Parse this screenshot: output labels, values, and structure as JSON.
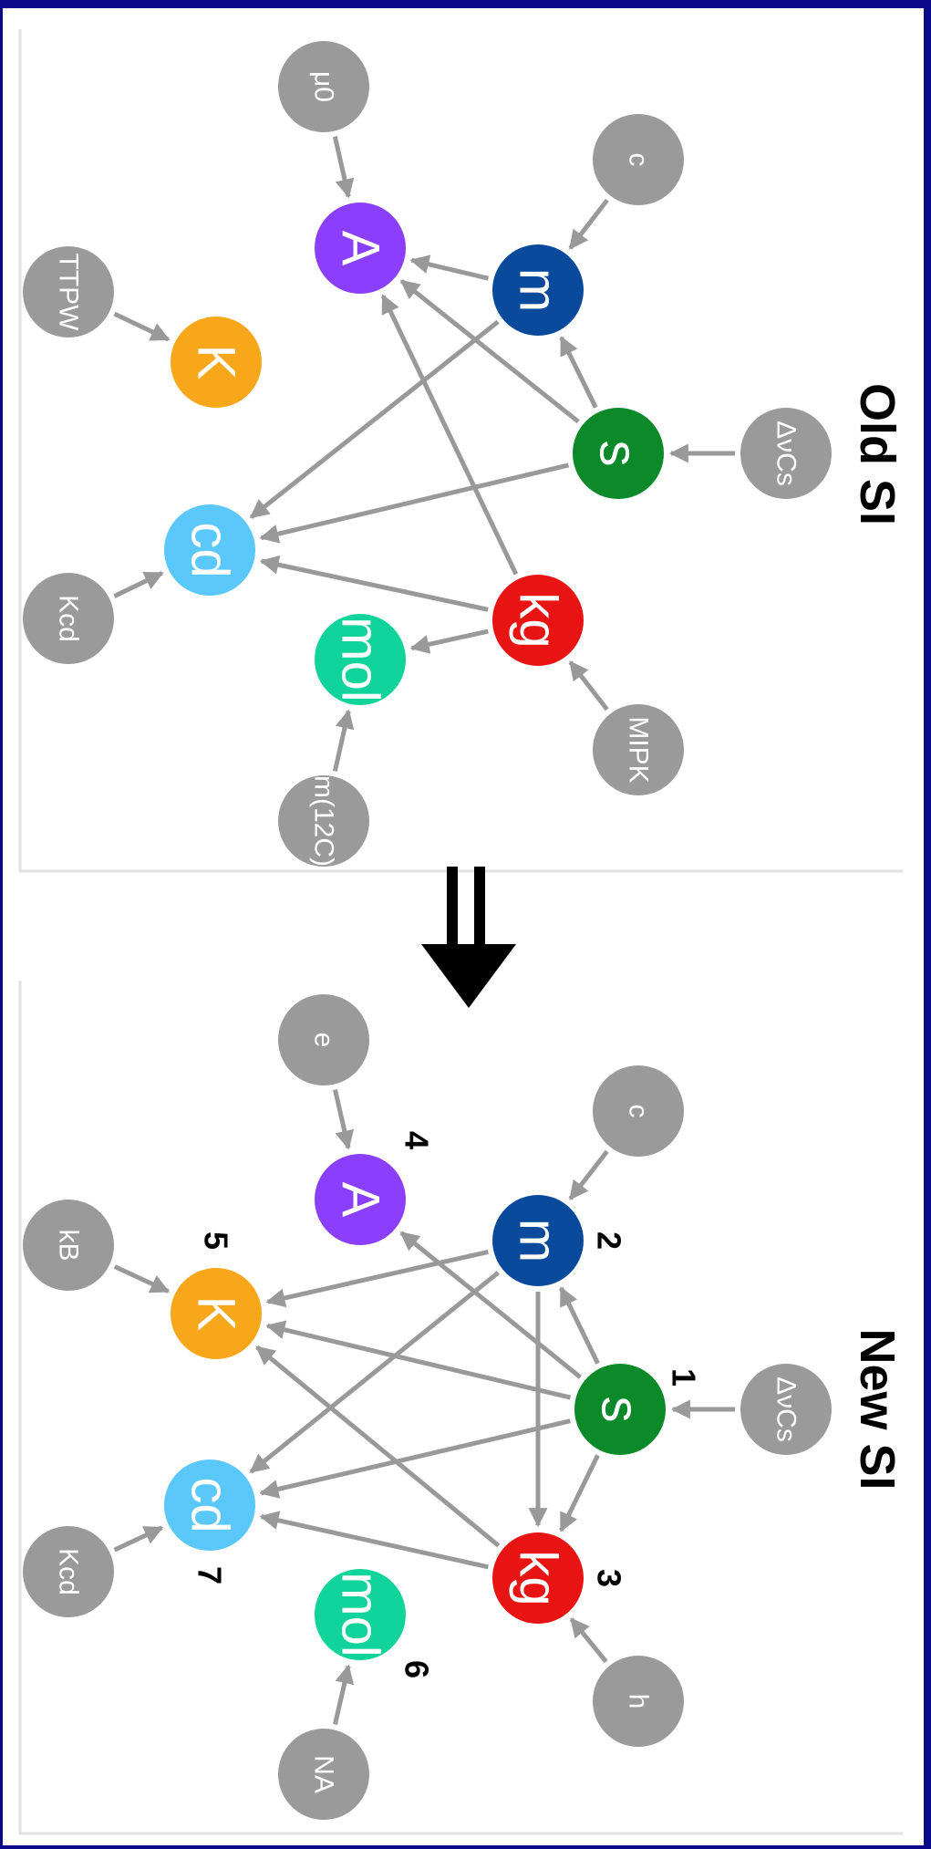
{
  "titles": {
    "old": "Old SI",
    "new": "New SI"
  },
  "colors": {
    "A": "#8a3ffc",
    "m": "#0a4a9c",
    "s": "#0c8a2a",
    "kg": "#e81414",
    "mol": "#10d49a",
    "cd": "#5ac8fa",
    "K": "#f8a61a",
    "constant": "#9a9a9a",
    "arrow": "#999999",
    "border": "#0a0a8a"
  },
  "old_si": {
    "units": {
      "A": "A",
      "m": "m",
      "s": "s",
      "kg": "kg",
      "mol": "mol",
      "cd": "cd",
      "K": "K"
    },
    "constants": {
      "mu0": "μ0",
      "c": "c",
      "ttpw": "TTPW",
      "dvcs": "ΔνCs",
      "kcd": "Kcd",
      "mipk": "MIPK",
      "m12c": "m(12C)"
    }
  },
  "new_si": {
    "units": {
      "A": "A",
      "m": "m",
      "s": "s",
      "kg": "kg",
      "mol": "mol",
      "cd": "cd",
      "K": "K"
    },
    "constants": {
      "e": "e",
      "c": "c",
      "kb": "kB",
      "dvcs": "ΔνCs",
      "kcd": "Kcd",
      "h": "h",
      "na": "NA"
    },
    "order_numbers": {
      "s": "1",
      "m": "2",
      "kg": "3",
      "A": "4",
      "K": "5",
      "mol": "6",
      "cd": "7"
    }
  }
}
